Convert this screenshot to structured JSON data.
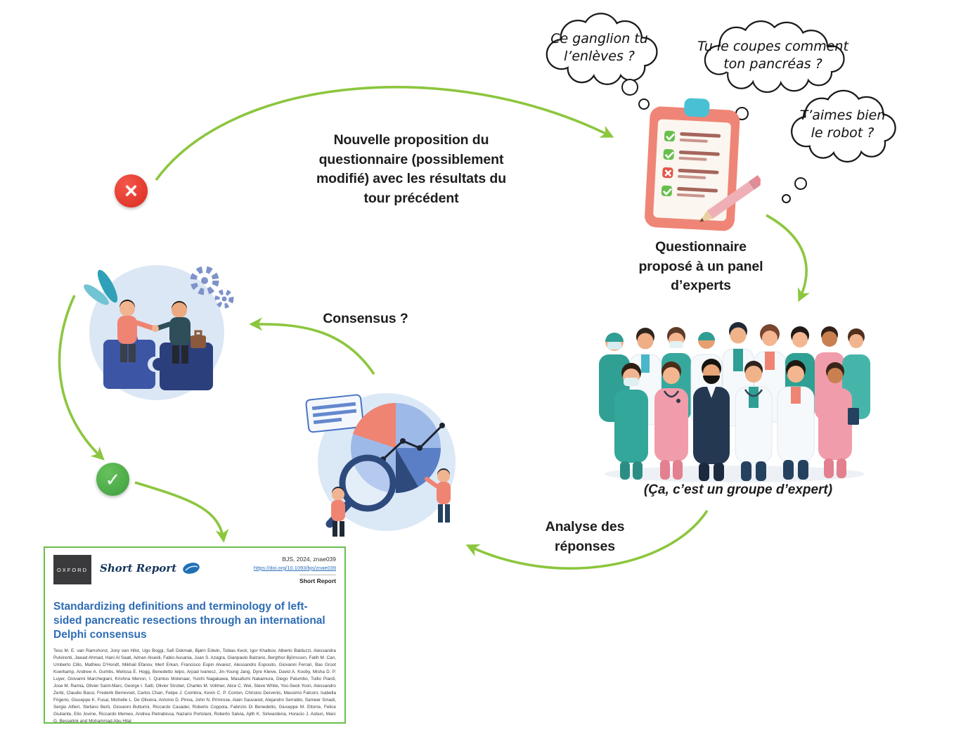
{
  "colors": {
    "arrow_green": "#8cc63e",
    "error_red": "#d92b20",
    "success_green": "#3e9e3e",
    "title_blue": "#2e6cb5",
    "paper_border_green": "#6abf4b",
    "illustration_coral": "#ef8473",
    "illustration_teal": "#2fa093",
    "illustration_navy": "#2e4a7d"
  },
  "icons": {
    "error_x": "×",
    "success_check": "✓"
  },
  "thought_bubbles": [
    {
      "text": "Ce ganglion tu\nl’enlèves ?"
    },
    {
      "text": "Tu le coupes comment\nton pancréas ?"
    },
    {
      "text": "T’aimes bien\nle robot ?"
    }
  ],
  "labels": {
    "new_proposal": "Nouvelle proposition du\nquestionnaire (possiblement\nmodifié) avec les résultats du\ntour précédent",
    "questionnaire_panel": "Questionnaire\nproposé à un panel\nd’experts",
    "experts_caption": "(Ça, c’est un groupe d’expert)",
    "analyse": "Analyse des\nréponses",
    "consensus": "Consensus ?"
  },
  "paper": {
    "logo": "OXFORD",
    "script_label": "Short Report",
    "journal_line": "BJS, 2024, znae039",
    "doi": "https://doi.org/10.1093/bjs/znae039",
    "category": "Short Report",
    "title": "Standardizing definitions and terminology of left-sided pancreatic resections through an international Delphi consensus",
    "authors": "Tess M. E. van Ramshorst, Jony van Hilst, Ugo Boggi, Safi Dokmak, Bjørn Edwin, Tobias Keck, Igor Khatkov, Alberto Balduzzi, Alessandra Pulvirenti, Jawad Ahmad, Hani Al Saati, Adnan Alseidi, Fabio Ausania, Juan S. Azagra, Gianpaolo Balzano, Bergthor Björnsson, Fatih M. Can, Umberto Cillo, Mathieu D’Hondt, Mikhail Efanov, Mert Erkan, Francisco Espin Alvarez, Alessandro Esposito, Giovanni Ferrari, Bas Groot Koerkamp, Andrew A. Gumbs, Melissa E. Hogg, Benedetto Ielpo, Arpad Ivanecz, Jin-Young Jang, Dyre Kleive, David A. Kooby, Misha D. P. Luyer, Giovanni Marchegiani, Krishna Menon, I. Quintus Molenaar, Yuichi Nagakawa, Masafumi Nakamura, Diego Palumbo, Tullio Piardi, Jose M. Ramia, Olivier Saint-Marc, George I. Salti, Olivier Strobel, Charles M. Vollmer, Alice C. Wei, Steve White, Yoo-Seok Yoon, Alessandro Zerbi, Claudio Bassi, Frederik Berrevoet, Carlos Chan, Felipe J. Coimbra, Kevin C. P. Conlon, Christos Dervenis, Massimo Falconi, Isabella Frigerio, Giuseppe K. Fusai, Michelle L. De Oliveira, Antonio D. Pinna, John N. Primrose, Alain Sauvanet, Alejandro Serrablo, Sameer Smadi, Sergio Alfieri, Stefano Berti, Giovanni Butturini, Riccardo Casadei, Roberto Coppola, Fabrizio Di Benedetto, Giuseppe M. Ettorre, Felice Giuliante, Elio Jovine, Riccardo Memeo, Andrea Pietrabissa, Nazario Portolani, Roberto Salvia, Ajith K. Siriwardena, Horacio J. Asbun, Marc G. Besselink and Mohammad Abu Hilal"
  }
}
